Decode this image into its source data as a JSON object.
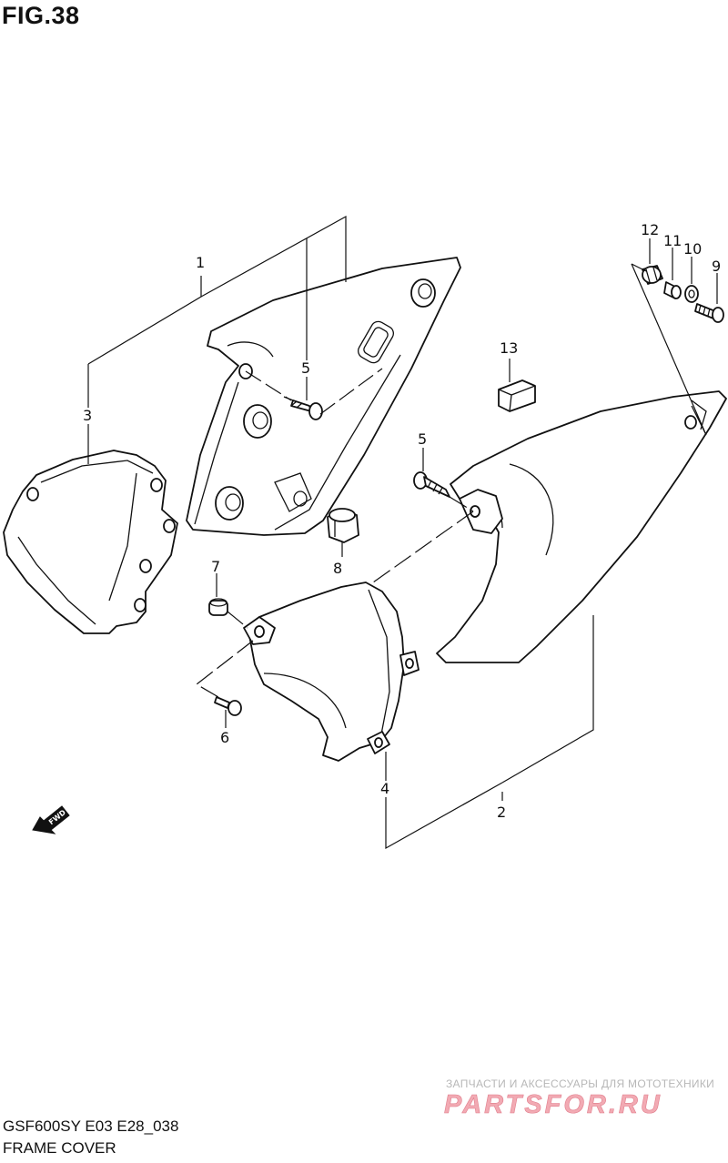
{
  "figure": {
    "title": "FIG.38"
  },
  "callouts": {
    "c1": "1",
    "c2": "2",
    "c3": "3",
    "c4": "4",
    "c5a": "5",
    "c5b": "5",
    "c6": "6",
    "c7": "7",
    "c8": "8",
    "c9": "9",
    "c10": "10",
    "c11": "11",
    "c12": "12",
    "c13": "13"
  },
  "fwd_label": "FWD",
  "footer": {
    "model": "GSF600SY E03 E28_038",
    "caption": "FRAME COVER"
  },
  "watermark": {
    "tagline": "ЗАПЧАСТИ И АКСЕССУАРЫ ДЛЯ МОТОТЕХНИКИ",
    "brand": "PARTSFOR.RU"
  }
}
